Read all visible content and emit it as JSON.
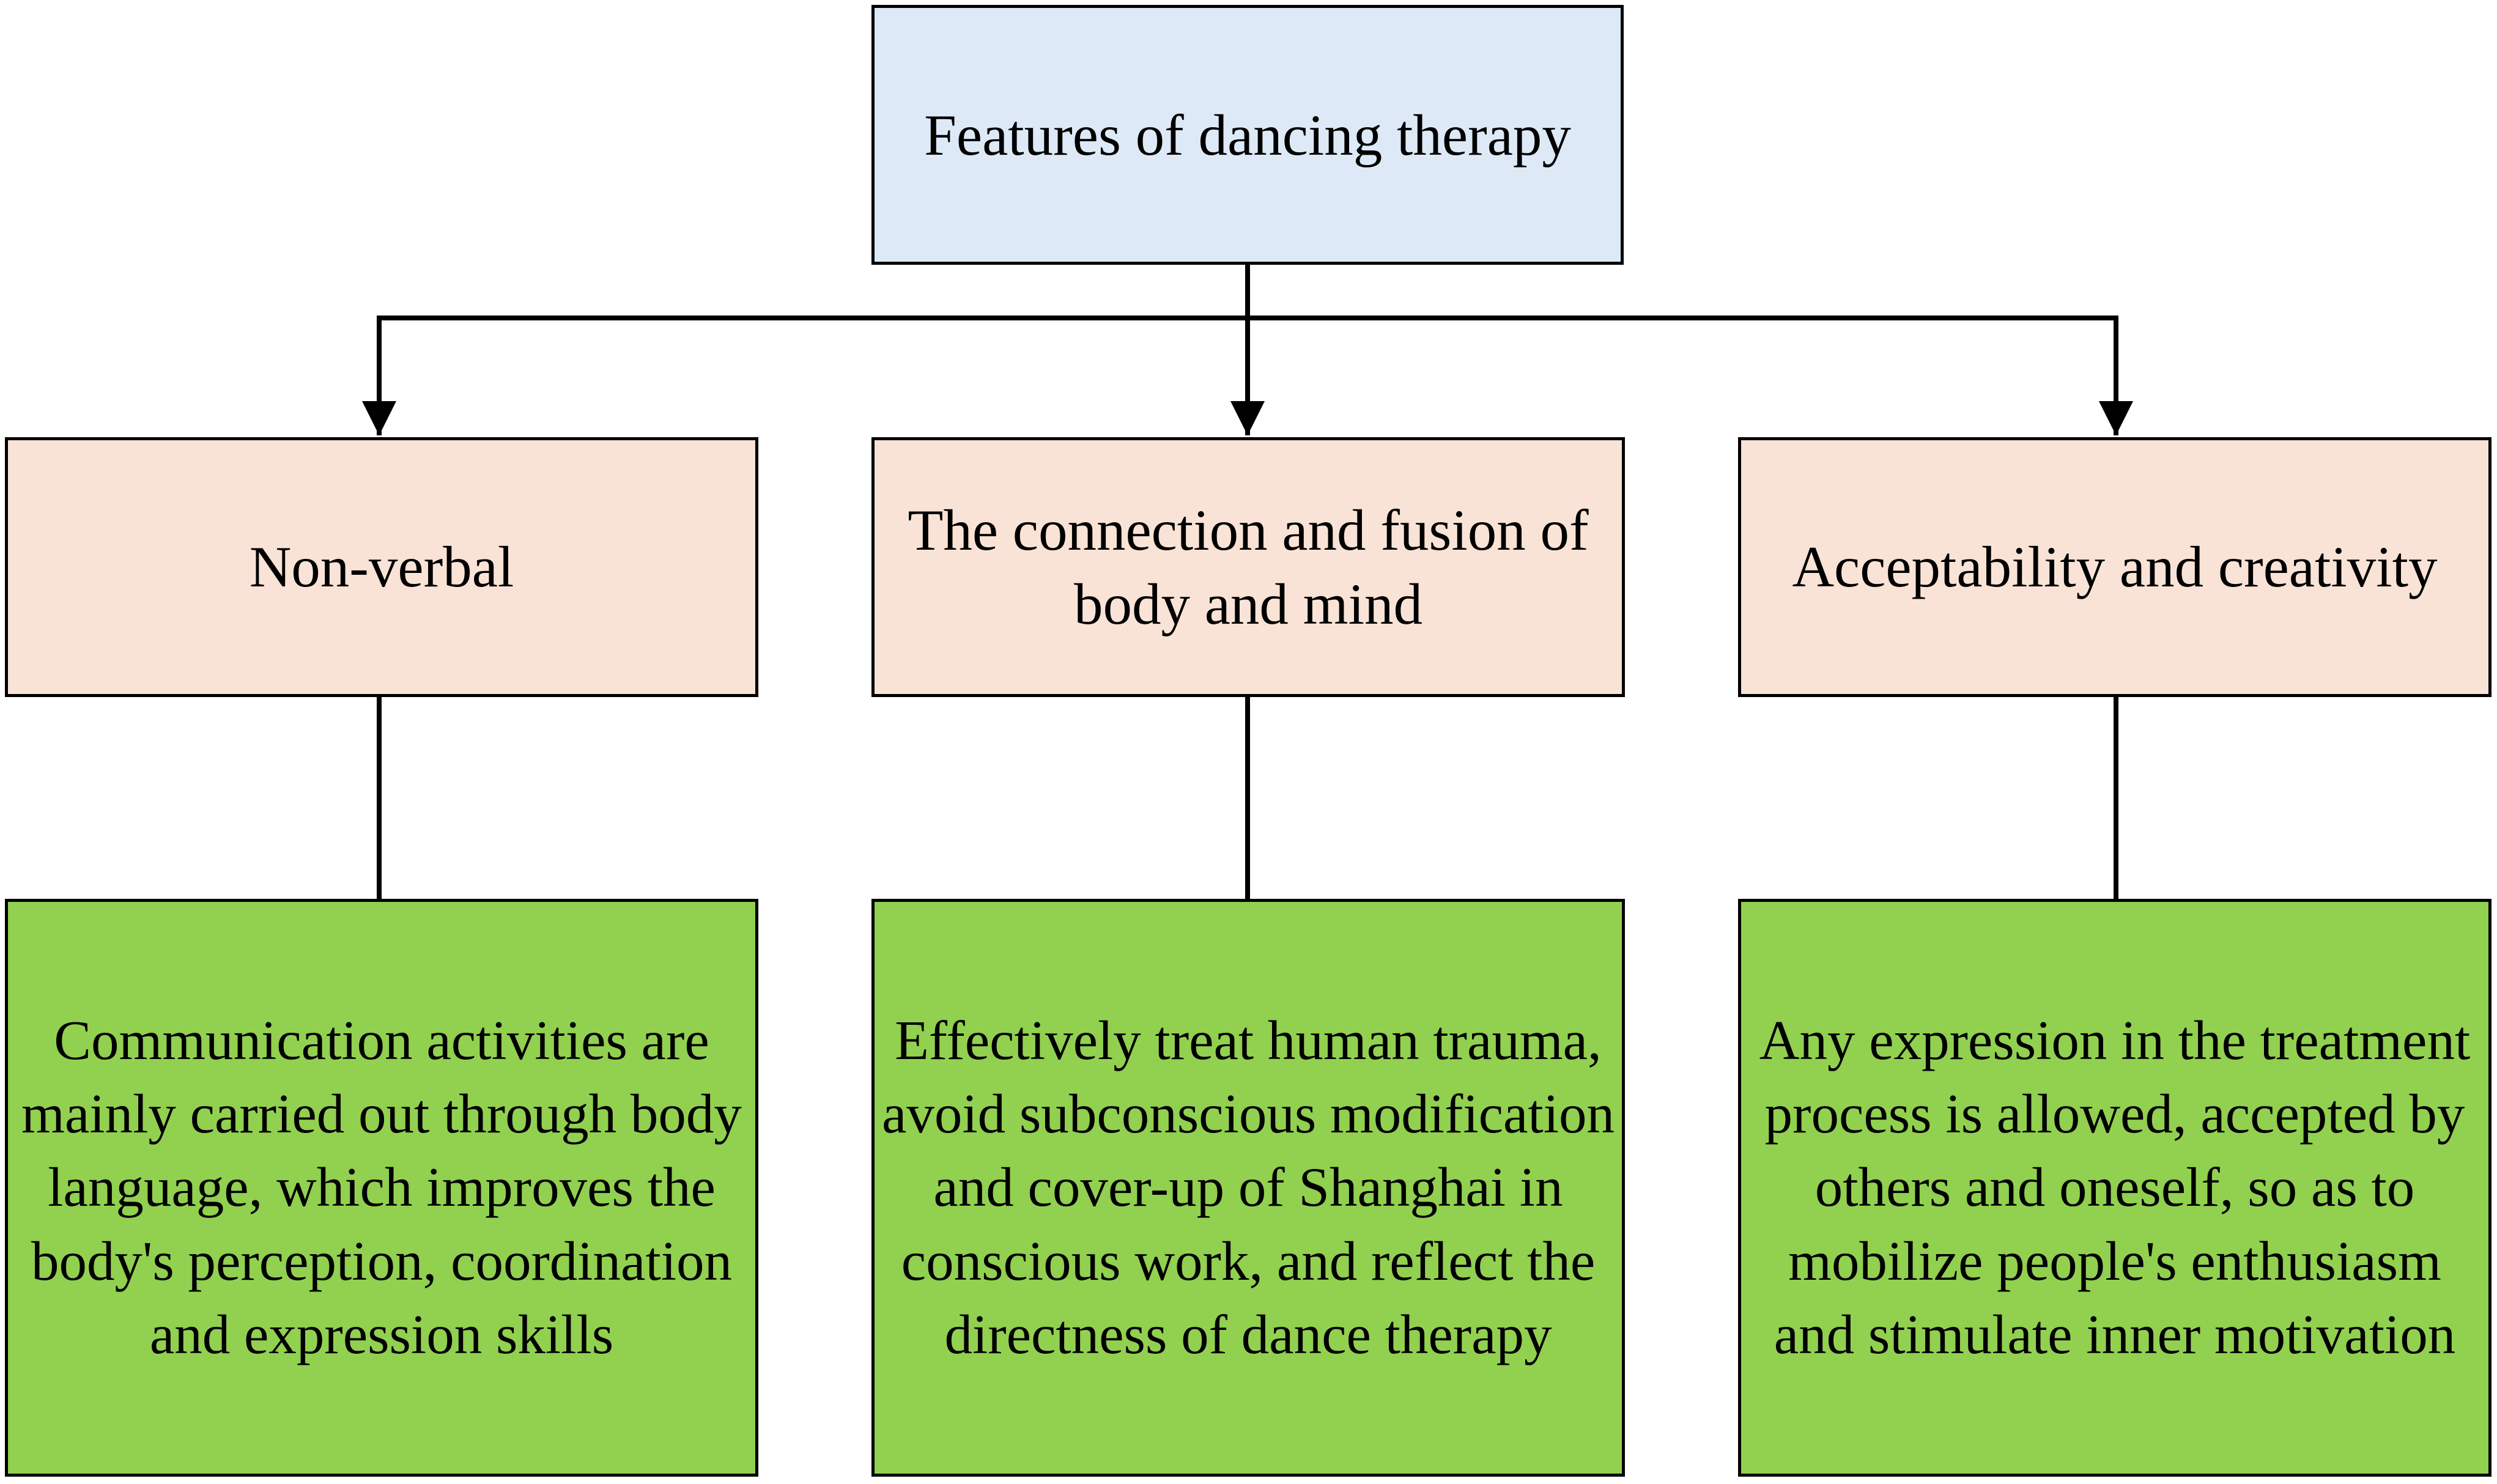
{
  "diagram": {
    "root": {
      "label": "Features of dancing therapy",
      "fill": "#dde9f6"
    },
    "features": [
      {
        "label": "Non-verbal",
        "detail": "Communication activities are mainly carried out through body language, which improves the body's perception, coordination and expression skills"
      },
      {
        "label": "The connection and fusion of body and mind",
        "detail": "Effectively treat human trauma, avoid subconscious modification and cover-up of Shanghai in conscious work, and reflect the directness of dance therapy"
      },
      {
        "label": "Acceptability and creativity",
        "detail": "Any expression in the treatment process is allowed, accepted by others and oneself, so as to mobilize people's enthusiasm and stimulate inner motivation"
      }
    ],
    "colors": {
      "feature_fill": "#f9e3d6",
      "detail_fill": "#92d050",
      "line": "#000000"
    }
  }
}
